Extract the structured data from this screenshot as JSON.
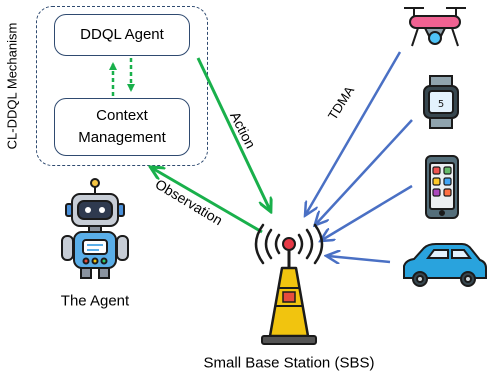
{
  "mechanism_label": "CL-DDQL Mechanism",
  "boxes": {
    "agent": "DDQL Agent",
    "context_line1": "Context",
    "context_line2": "Management"
  },
  "arrows": {
    "action": "Action",
    "observation": "Observation",
    "tdma": "TDMA"
  },
  "agent_caption": "The Agent",
  "station_caption": "Small Base Station (SBS)",
  "colors": {
    "green": "#19b04b",
    "blue": "#4a70c4",
    "border": "#2f4a70"
  },
  "devices": [
    "drone-icon",
    "smartwatch-icon",
    "smartphone-icon",
    "car-icon"
  ]
}
